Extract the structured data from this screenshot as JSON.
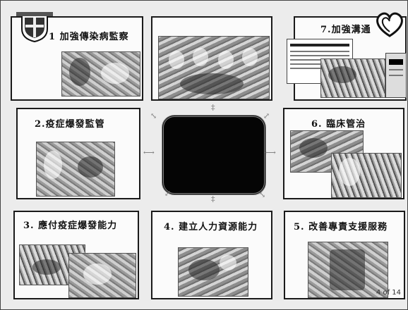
{
  "slide": {
    "panels": [
      {
        "id": "p1",
        "title": "1 加強傳染病監察"
      },
      {
        "id": "p2",
        "title": ""
      },
      {
        "id": "p7",
        "title": "7.加強溝通"
      },
      {
        "id": "p2b",
        "title": "2.疫症爆發監管"
      },
      {
        "id": "p6",
        "title": "6. 臨床管治"
      },
      {
        "id": "p3",
        "title": "3. 應付疫症爆發能力"
      },
      {
        "id": "p4",
        "title": "4. 建立人力資源能力"
      },
      {
        "id": "p5",
        "title": "5. 改善專責支援服務"
      }
    ],
    "page_number": "4 of 14"
  },
  "icons": {
    "left_logo": "crest-logo-icon",
    "right_logo": "heart-logo-icon"
  }
}
